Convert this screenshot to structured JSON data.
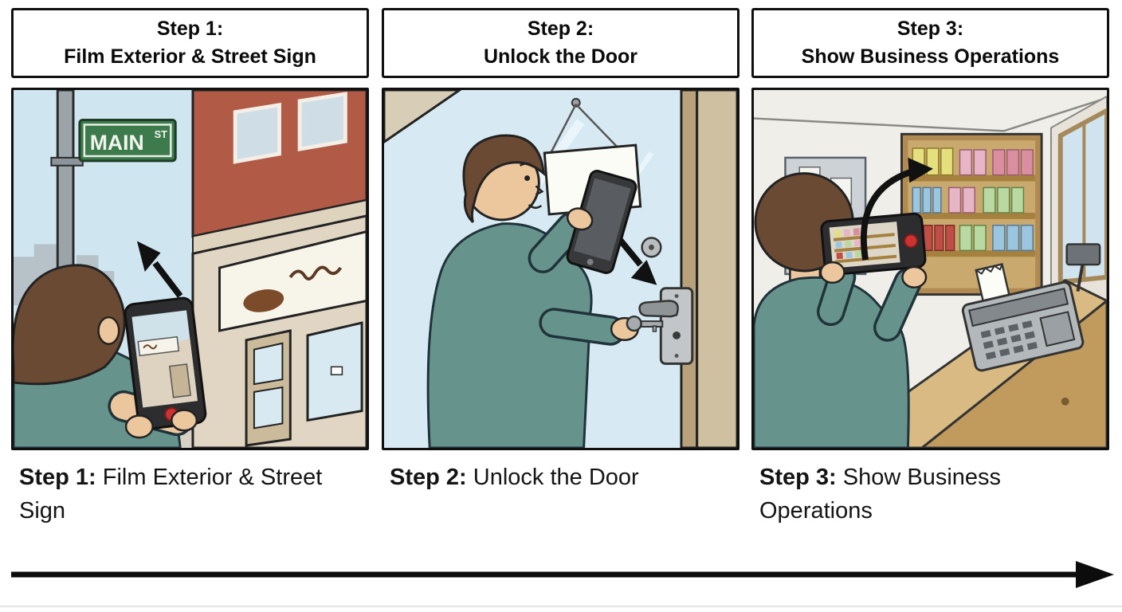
{
  "page": {
    "background": "#ffffff"
  },
  "steps": [
    {
      "title_line1": "Step 1:",
      "title_line2": "Film Exterior & Street Sign",
      "caption_label": "Step 1:",
      "caption_text": "Film Exterior & Street Sign",
      "alt": "Person filming a storefront and MAIN ST street sign with a smartphone"
    },
    {
      "title_line1": "Step 2:",
      "title_line2": "Unlock the Door",
      "caption_label": "Step 2:",
      "caption_text": "Unlock the Door",
      "alt": "Person holding a smartphone while unlocking a door with a key"
    },
    {
      "title_line1": "Step 3:",
      "title_line2": "Show Business Operations",
      "caption_label": "Step 3:",
      "caption_text": "Show Business Operations",
      "alt": "Person filming shop shelves and a cash register with a smartphone"
    }
  ],
  "street_sign": {
    "main": "MAIN",
    "st": "ST"
  },
  "colors": {
    "panel_border": "#101010",
    "sky_blue": "#cfe6f0",
    "shirt_teal": "#67938d",
    "hair_brown": "#6b4a33",
    "skin": "#ecc79e",
    "street_sign_green": "#3d7b4c",
    "brick_red": "#b15a46",
    "wood_tan": "#c9a96e",
    "arrow_black": "#0c0c0c"
  }
}
